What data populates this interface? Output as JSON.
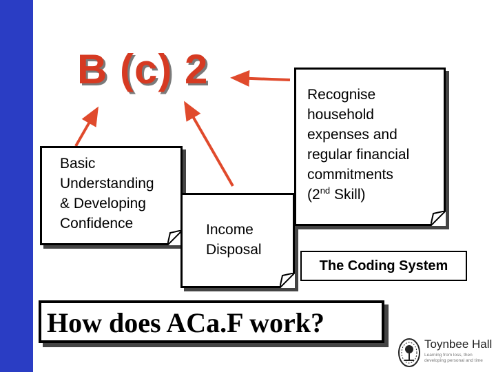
{
  "slide": {
    "code_title": "B (c) 2",
    "notes": {
      "basic": [
        "Basic",
        "Understanding",
        "& Developing",
        "Confidence"
      ],
      "income": [
        "Income",
        "Disposal"
      ],
      "recognise": {
        "lines": [
          "Recognise",
          "household",
          "expenses and",
          "regular financial",
          "commitments"
        ],
        "skill_open": "(2",
        "skill_sup": "nd",
        "skill_close": " Skill)"
      }
    },
    "coding_label": "The Coding System",
    "question": "How does ACa.F work?",
    "logo": {
      "name": "Toynbee Hall",
      "tagline": "Learning from loss, then developing personal and time"
    }
  },
  "colors": {
    "stripe": "#2a3dc4",
    "title_red": "#d63a22",
    "arrow_red": "#e04a2c"
  }
}
